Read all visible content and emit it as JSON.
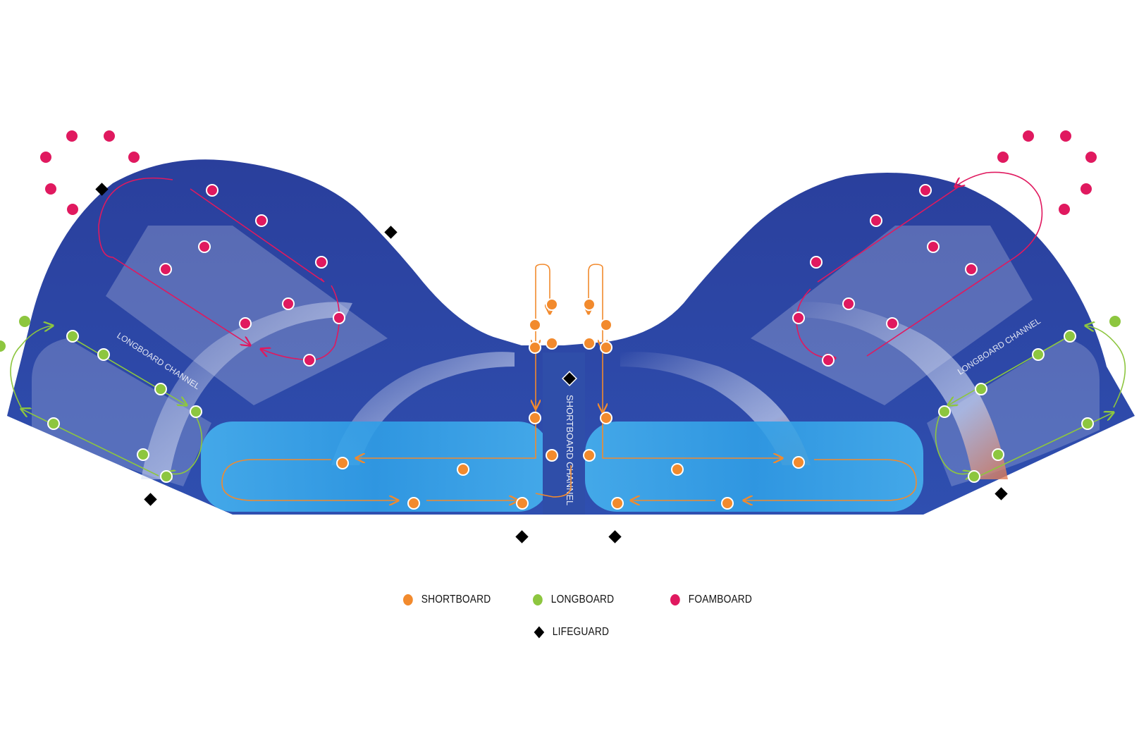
{
  "colors": {
    "shortboard": "#f28a2d",
    "longboard": "#8dc63f",
    "foamboard": "#e0195f",
    "lifeguard": "#000000",
    "pool_deep": "#2d47a3",
    "pool_light": "#3aa4e6"
  },
  "channels": {
    "longboard_left": "LONGBOARD CHANNEL",
    "longboard_right": "LONGBOARD CHANNEL",
    "shortboard": "SHORTBOARD CHANNEL"
  },
  "legend": {
    "shortboard": "SHORTBOARD",
    "longboard": "LONGBOARD",
    "foamboard": "FOAMBOARD",
    "lifeguard": "LIFEGUARD"
  },
  "icons": {
    "shortboard": "orange-dot-icon",
    "longboard": "green-dot-icon",
    "foamboard": "pink-dot-icon",
    "lifeguard": "black-diamond-icon"
  }
}
